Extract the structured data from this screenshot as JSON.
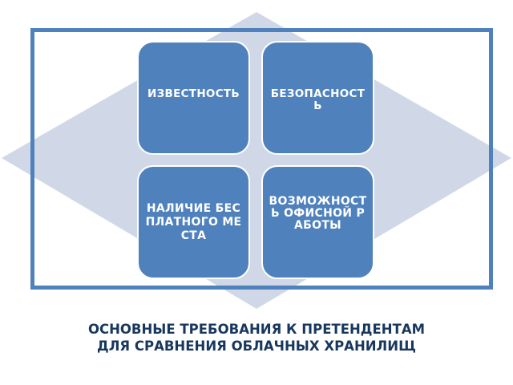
{
  "colors": {
    "accent": "#4f81bd",
    "diamond": "#d0d8e8",
    "title": "#17375e"
  },
  "boxes": [
    {
      "label": "ИЗВЕСТНОСТЬ"
    },
    {
      "label": "БЕЗОПАСНОСТЬ"
    },
    {
      "label": "НАЛИЧИЕ БЕСПЛАТНОГО МЕСТА"
    },
    {
      "label": "ВОЗМОЖНОСТЬ ОФИСНОЙ РАБОТЫ"
    }
  ],
  "title": {
    "line1": "ОСНОВНЫЕ ТРЕБОВАНИЯ К ПРЕТЕНДЕНТАМ",
    "line2": "ДЛЯ СРАВНЕНИЯ ОБЛАЧНЫХ ХРАНИЛИЩ"
  }
}
